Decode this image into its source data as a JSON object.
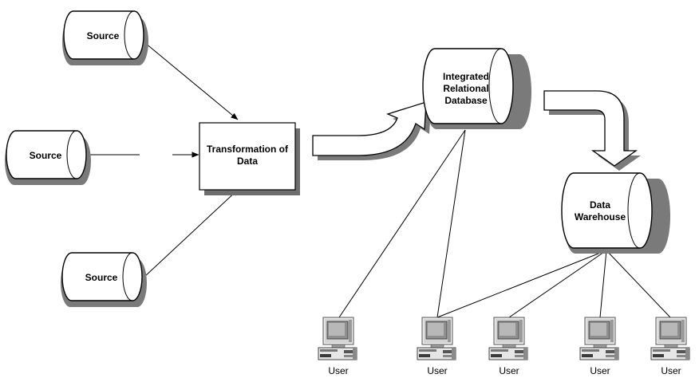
{
  "nodes": {
    "source_top": "Source",
    "source_middle": "Source",
    "source_bottom": "Source",
    "transformation": [
      "Transformation of",
      "Data"
    ],
    "integrated_db": [
      "Integrated",
      "Relational",
      "Database"
    ],
    "data_warehouse": [
      "Data",
      "Warehouse"
    ]
  },
  "users": [
    "User",
    "User",
    "User",
    "User",
    "User"
  ],
  "icons": {
    "source": "database-cylinder-icon",
    "user": "desktop-computer-icon",
    "flow": "curved-block-arrow-icon"
  }
}
